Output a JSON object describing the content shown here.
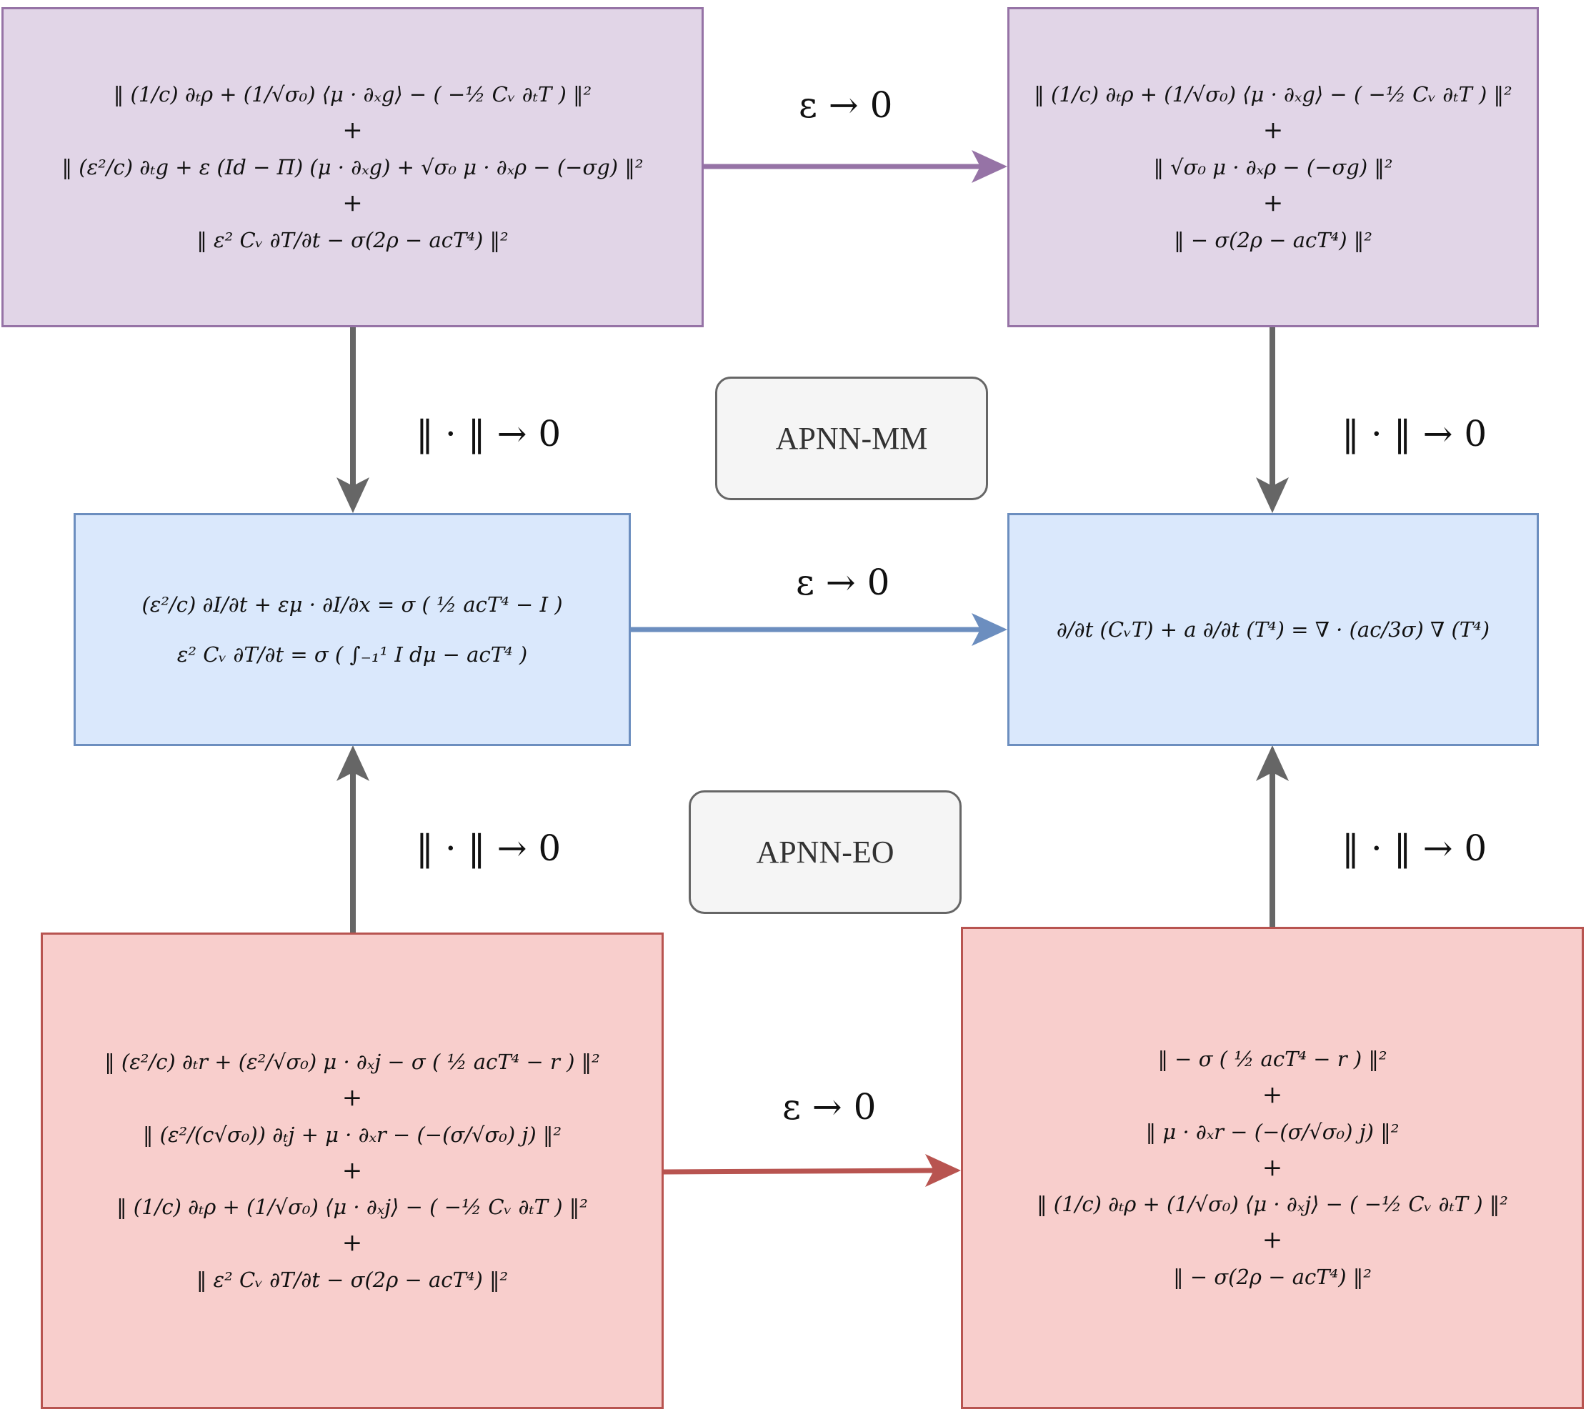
{
  "boxes": {
    "top_left": [
      "‖ (1/c) ∂ₜρ + (1/√σ₀) ⟨μ · ∂ₓg⟩ − ( −½ Cᵥ ∂ₜT ) ‖²",
      "+",
      "‖ (ε²/c) ∂ₜg + ε (Id − Π) (μ · ∂ₓg) + √σ₀ μ · ∂ₓρ − (−σg) ‖²",
      "+",
      "‖ ε² Cᵥ ∂T/∂t − σ(2ρ − acT⁴) ‖²"
    ],
    "top_right": [
      "‖ (1/c) ∂ₜρ + (1/√σ₀) ⟨μ · ∂ₓg⟩ − ( −½ Cᵥ ∂ₜT ) ‖²",
      "+",
      "‖ √σ₀ μ · ∂ₓρ − (−σg) ‖²",
      "+",
      "‖ − σ(2ρ − acT⁴) ‖²"
    ],
    "middle_left": [
      "(ε²/c) ∂I/∂t + εμ · ∂I/∂x = σ ( ½ acT⁴ − I )",
      "ε² Cᵥ ∂T/∂t = σ ( ∫₋₁¹ I dμ − acT⁴ )"
    ],
    "middle_right": [
      "∂/∂t (CᵥT) + a ∂/∂t (T⁴) = ∇ · (ac/3σ) ∇ (T⁴)"
    ],
    "bottom_left": [
      "‖ (ε²/c) ∂ₜr + (ε²/√σ₀) μ · ∂ₓj − σ ( ½ acT⁴ − r ) ‖²",
      "+",
      "‖ (ε²/(c√σ₀)) ∂ₜj + μ · ∂ₓr − (−(σ/√σ₀) j) ‖²",
      "+",
      "‖ (1/c) ∂ₜρ + (1/√σ₀) ⟨μ · ∂ₓj⟩ − ( −½ Cᵥ ∂ₜT ) ‖²",
      "+",
      "‖ ε² Cᵥ ∂T/∂t − σ(2ρ − acT⁴) ‖²"
    ],
    "bottom_right": [
      "‖ − σ ( ½ acT⁴ − r ) ‖²",
      "+",
      "‖ μ · ∂ₓr − (−(σ/√σ₀) j) ‖²",
      "+",
      "‖ (1/c) ∂ₜρ + (1/√σ₀) ⟨μ · ∂ₓj⟩ − ( −½ Cᵥ ∂ₜT ) ‖²",
      "+",
      "‖ − σ(2ρ − acT⁴) ‖²"
    ]
  },
  "labels": {
    "eps_top": "ε → 0",
    "eps_middle": "ε → 0",
    "eps_bottom": "ε → 0",
    "norm_top_left": "‖ · ‖ → 0",
    "norm_top_right": "‖ · ‖ → 0",
    "norm_bottom_left": "‖ · ‖ → 0",
    "norm_bottom_right": "‖ · ‖ → 0"
  },
  "tags": {
    "mm": "APNN-MM",
    "eo": "APNN-EO"
  },
  "colors": {
    "purple_fill": "#e1d5e7",
    "purple_stroke": "#9673a6",
    "blue_fill": "#dae8fc",
    "blue_stroke": "#6c8ebf",
    "red_fill": "#f8cecc",
    "red_stroke": "#b85450",
    "gray_arrow": "#666666",
    "tag_fill": "#f5f5f5"
  }
}
